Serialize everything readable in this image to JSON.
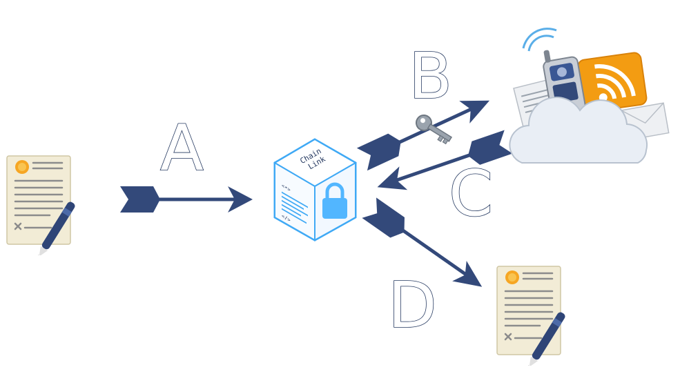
{
  "labels": {
    "a": "A",
    "b": "B",
    "c": "C",
    "d": "D"
  },
  "node": {
    "title_line1": "Chain",
    "title_line2": "Link",
    "tag_top": "<•>",
    "tag_bottom": "</>"
  },
  "colors": {
    "arrow": "#33497a",
    "cube_edge": "#3fa9f5",
    "lock": "#52b6ff",
    "paper": "#f2ecd6",
    "seal": "#f6a623",
    "wifi_orange": "#f39c12",
    "cloud": "#e9eef5"
  },
  "icons": {
    "left_document": "signed-contract-icon",
    "right_document": "signed-contract-icon",
    "central_node": "chainlink-cube-icon",
    "external_data": "cloud-devices-icon",
    "key": "key-icon",
    "lock": "padlock-icon"
  }
}
